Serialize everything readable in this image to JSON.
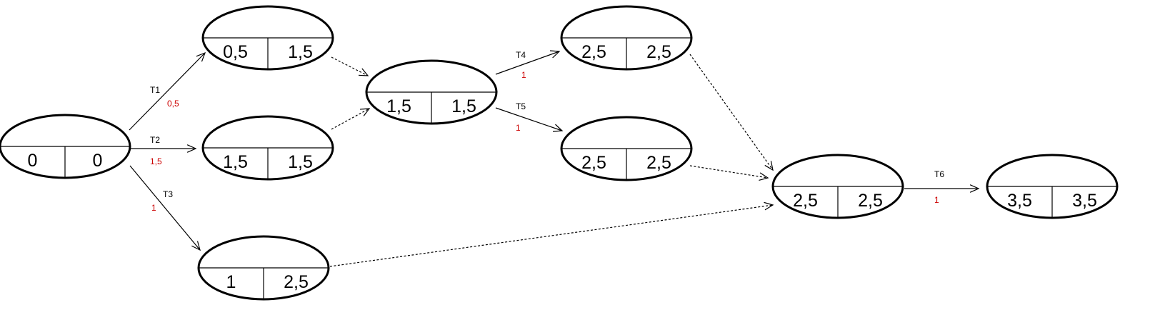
{
  "colors": {
    "stroke": "#000000",
    "duration": "#cc0000",
    "background": "#ffffff"
  },
  "nodes": [
    {
      "id": "n0",
      "early": "0",
      "late": "0"
    },
    {
      "id": "n1",
      "early": "0,5",
      "late": "1,5"
    },
    {
      "id": "n2",
      "early": "1,5",
      "late": "1,5"
    },
    {
      "id": "n3",
      "early": "1",
      "late": "2,5"
    },
    {
      "id": "n4",
      "early": "1,5",
      "late": "1,5"
    },
    {
      "id": "n5",
      "early": "2,5",
      "late": "2,5"
    },
    {
      "id": "n6",
      "early": "2,5",
      "late": "2,5"
    },
    {
      "id": "n7",
      "early": "2,5",
      "late": "2,5"
    },
    {
      "id": "n8",
      "early": "3,5",
      "late": "3,5"
    }
  ],
  "edges": [
    {
      "from": "n0",
      "to": "n1",
      "task": "T1",
      "duration": "0,5",
      "style": "solid"
    },
    {
      "from": "n0",
      "to": "n2",
      "task": "T2",
      "duration": "1,5",
      "style": "solid"
    },
    {
      "from": "n0",
      "to": "n3",
      "task": "T3",
      "duration": "1",
      "style": "solid"
    },
    {
      "from": "n1",
      "to": "n4",
      "task": "",
      "duration": "",
      "style": "dashed"
    },
    {
      "from": "n2",
      "to": "n4",
      "task": "",
      "duration": "",
      "style": "dashed"
    },
    {
      "from": "n4",
      "to": "n5",
      "task": "T4",
      "duration": "1",
      "style": "solid"
    },
    {
      "from": "n4",
      "to": "n6",
      "task": "T5",
      "duration": "1",
      "style": "solid"
    },
    {
      "from": "n5",
      "to": "n7",
      "task": "",
      "duration": "",
      "style": "dashed"
    },
    {
      "from": "n6",
      "to": "n7",
      "task": "",
      "duration": "",
      "style": "dashed"
    },
    {
      "from": "n3",
      "to": "n7",
      "task": "",
      "duration": "",
      "style": "dashed"
    },
    {
      "from": "n7",
      "to": "n8",
      "task": "T6",
      "duration": "1",
      "style": "solid"
    }
  ]
}
